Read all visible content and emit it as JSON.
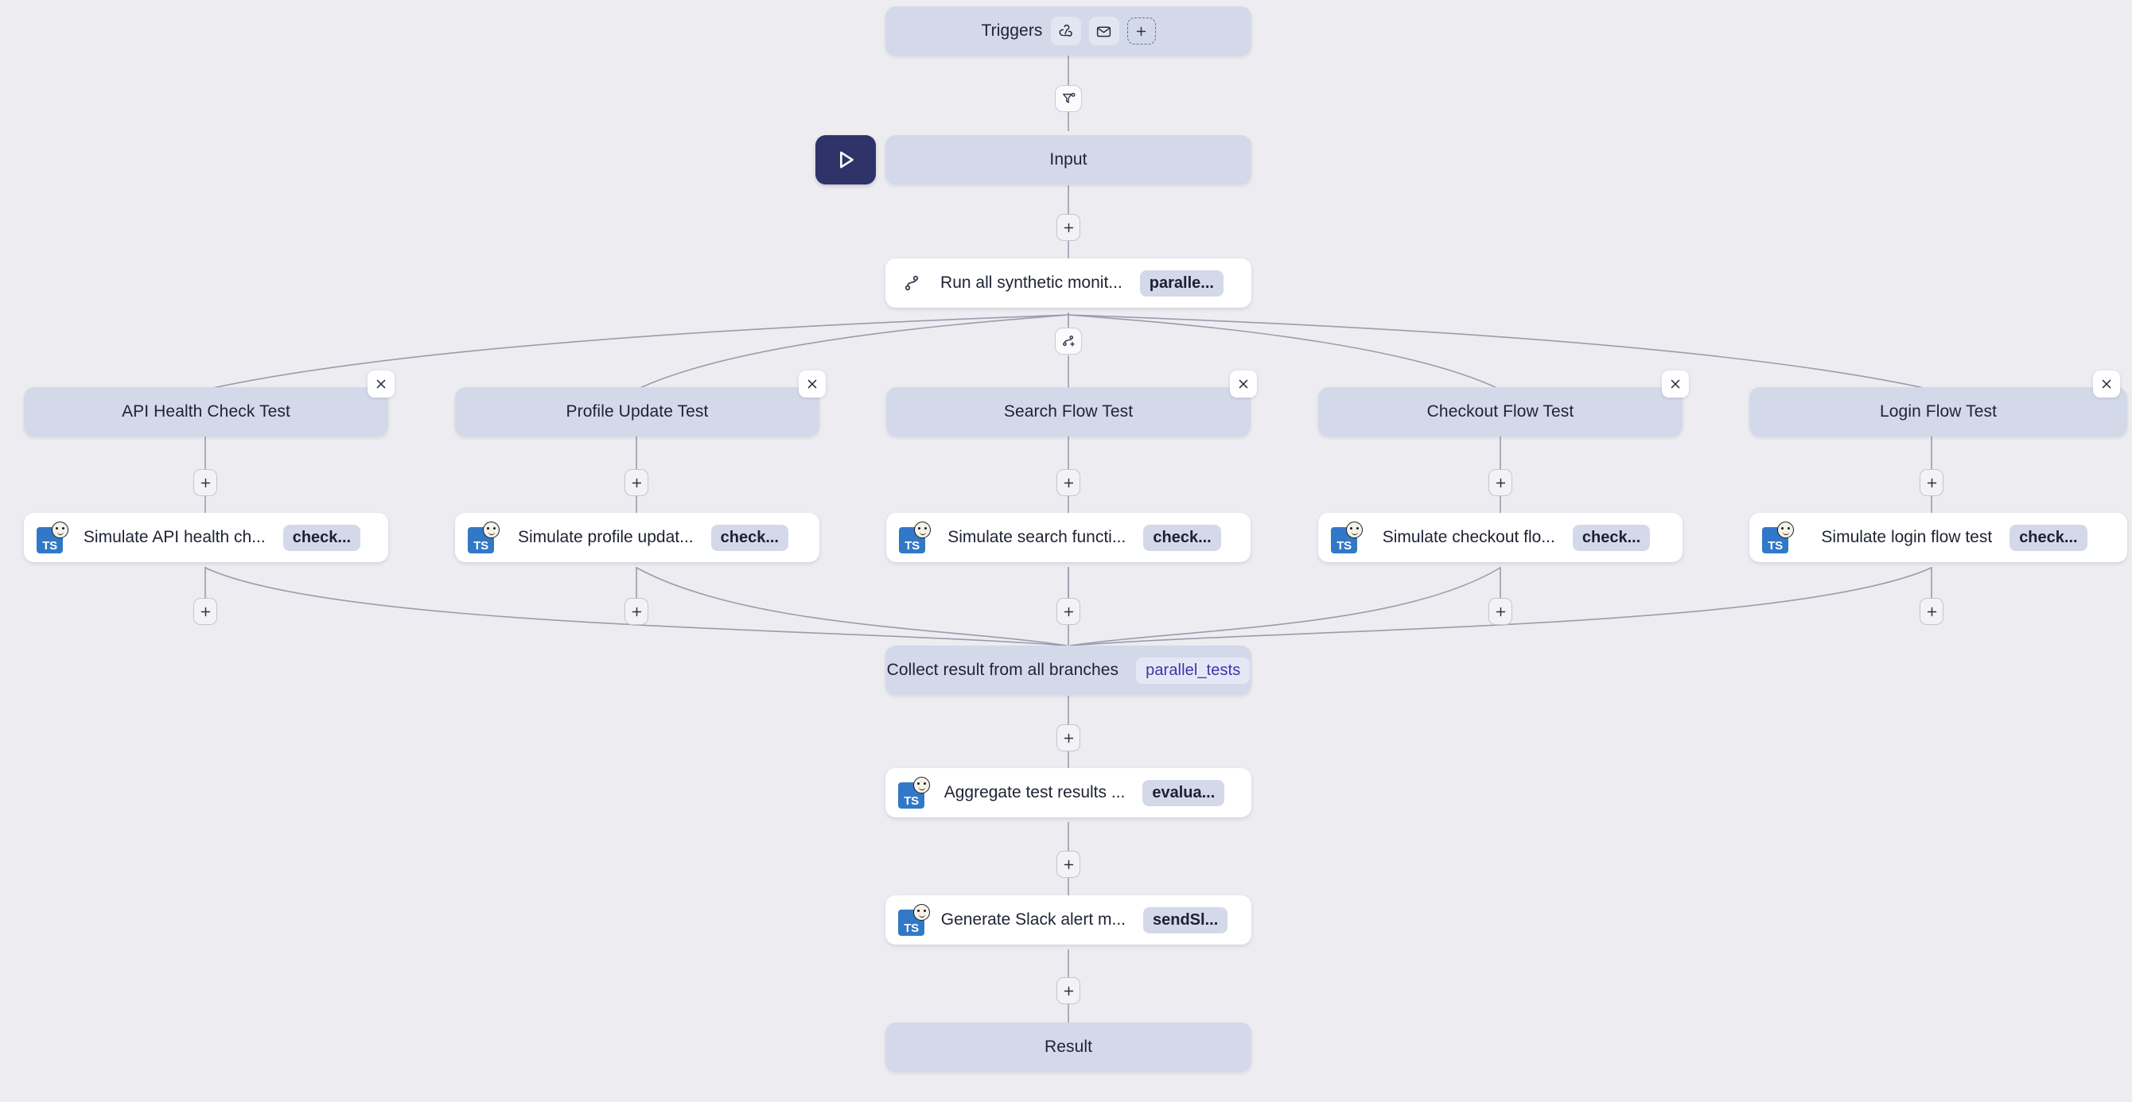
{
  "canvas": {
    "background_color": "#edecf1",
    "slab_color": "#d3d9e9",
    "card_color": "#ffffff",
    "accent_color": "#2e3369",
    "badge_text_color": "#3c35a8",
    "ts_icon_color": "#3178c6",
    "edge_color": "#9a9cab"
  },
  "triggers": {
    "label": "Triggers",
    "icons": [
      "webhook-icon",
      "mail-icon"
    ],
    "add_label": "+"
  },
  "filter_handle": {
    "icon": "filter-settings-icon"
  },
  "run_button": {
    "icon": "play-icon",
    "label": ""
  },
  "input_node": {
    "label": "Input"
  },
  "branch_all_node": {
    "label": "Run all synthetic monit...",
    "badge": "paralle...",
    "icon": "branch-icon"
  },
  "branch_add_handle": {
    "icon": "branch-add-icon"
  },
  "branches": [
    {
      "header": "API Health Check Test",
      "close_label": "×",
      "step": {
        "label": "Simulate API health ch...",
        "badge": "check...",
        "icon": "typescript-icon"
      }
    },
    {
      "header": "Profile Update Test",
      "close_label": "×",
      "step": {
        "label": "Simulate profile updat...",
        "badge": "check...",
        "icon": "typescript-icon"
      }
    },
    {
      "header": "Search Flow Test",
      "close_label": "×",
      "step": {
        "label": "Simulate search functi...",
        "badge": "check...",
        "icon": "typescript-icon"
      }
    },
    {
      "header": "Checkout Flow Test",
      "close_label": "×",
      "step": {
        "label": "Simulate checkout flo...",
        "badge": "check...",
        "icon": "typescript-icon"
      }
    },
    {
      "header": "Login Flow Test",
      "close_label": "×",
      "step": {
        "label": "Simulate login flow test",
        "badge": "check...",
        "icon": "typescript-icon"
      }
    }
  ],
  "collect_node": {
    "label": "Collect result from all branches",
    "badge": "parallel_tests"
  },
  "aggregate_node": {
    "label": "Aggregate test results ...",
    "badge": "evalua...",
    "icon": "typescript-icon"
  },
  "slack_node": {
    "label": "Generate Slack alert m...",
    "badge": "sendSl...",
    "icon": "typescript-icon"
  },
  "result_node": {
    "label": "Result"
  },
  "plus_handles": {
    "label": "+"
  }
}
